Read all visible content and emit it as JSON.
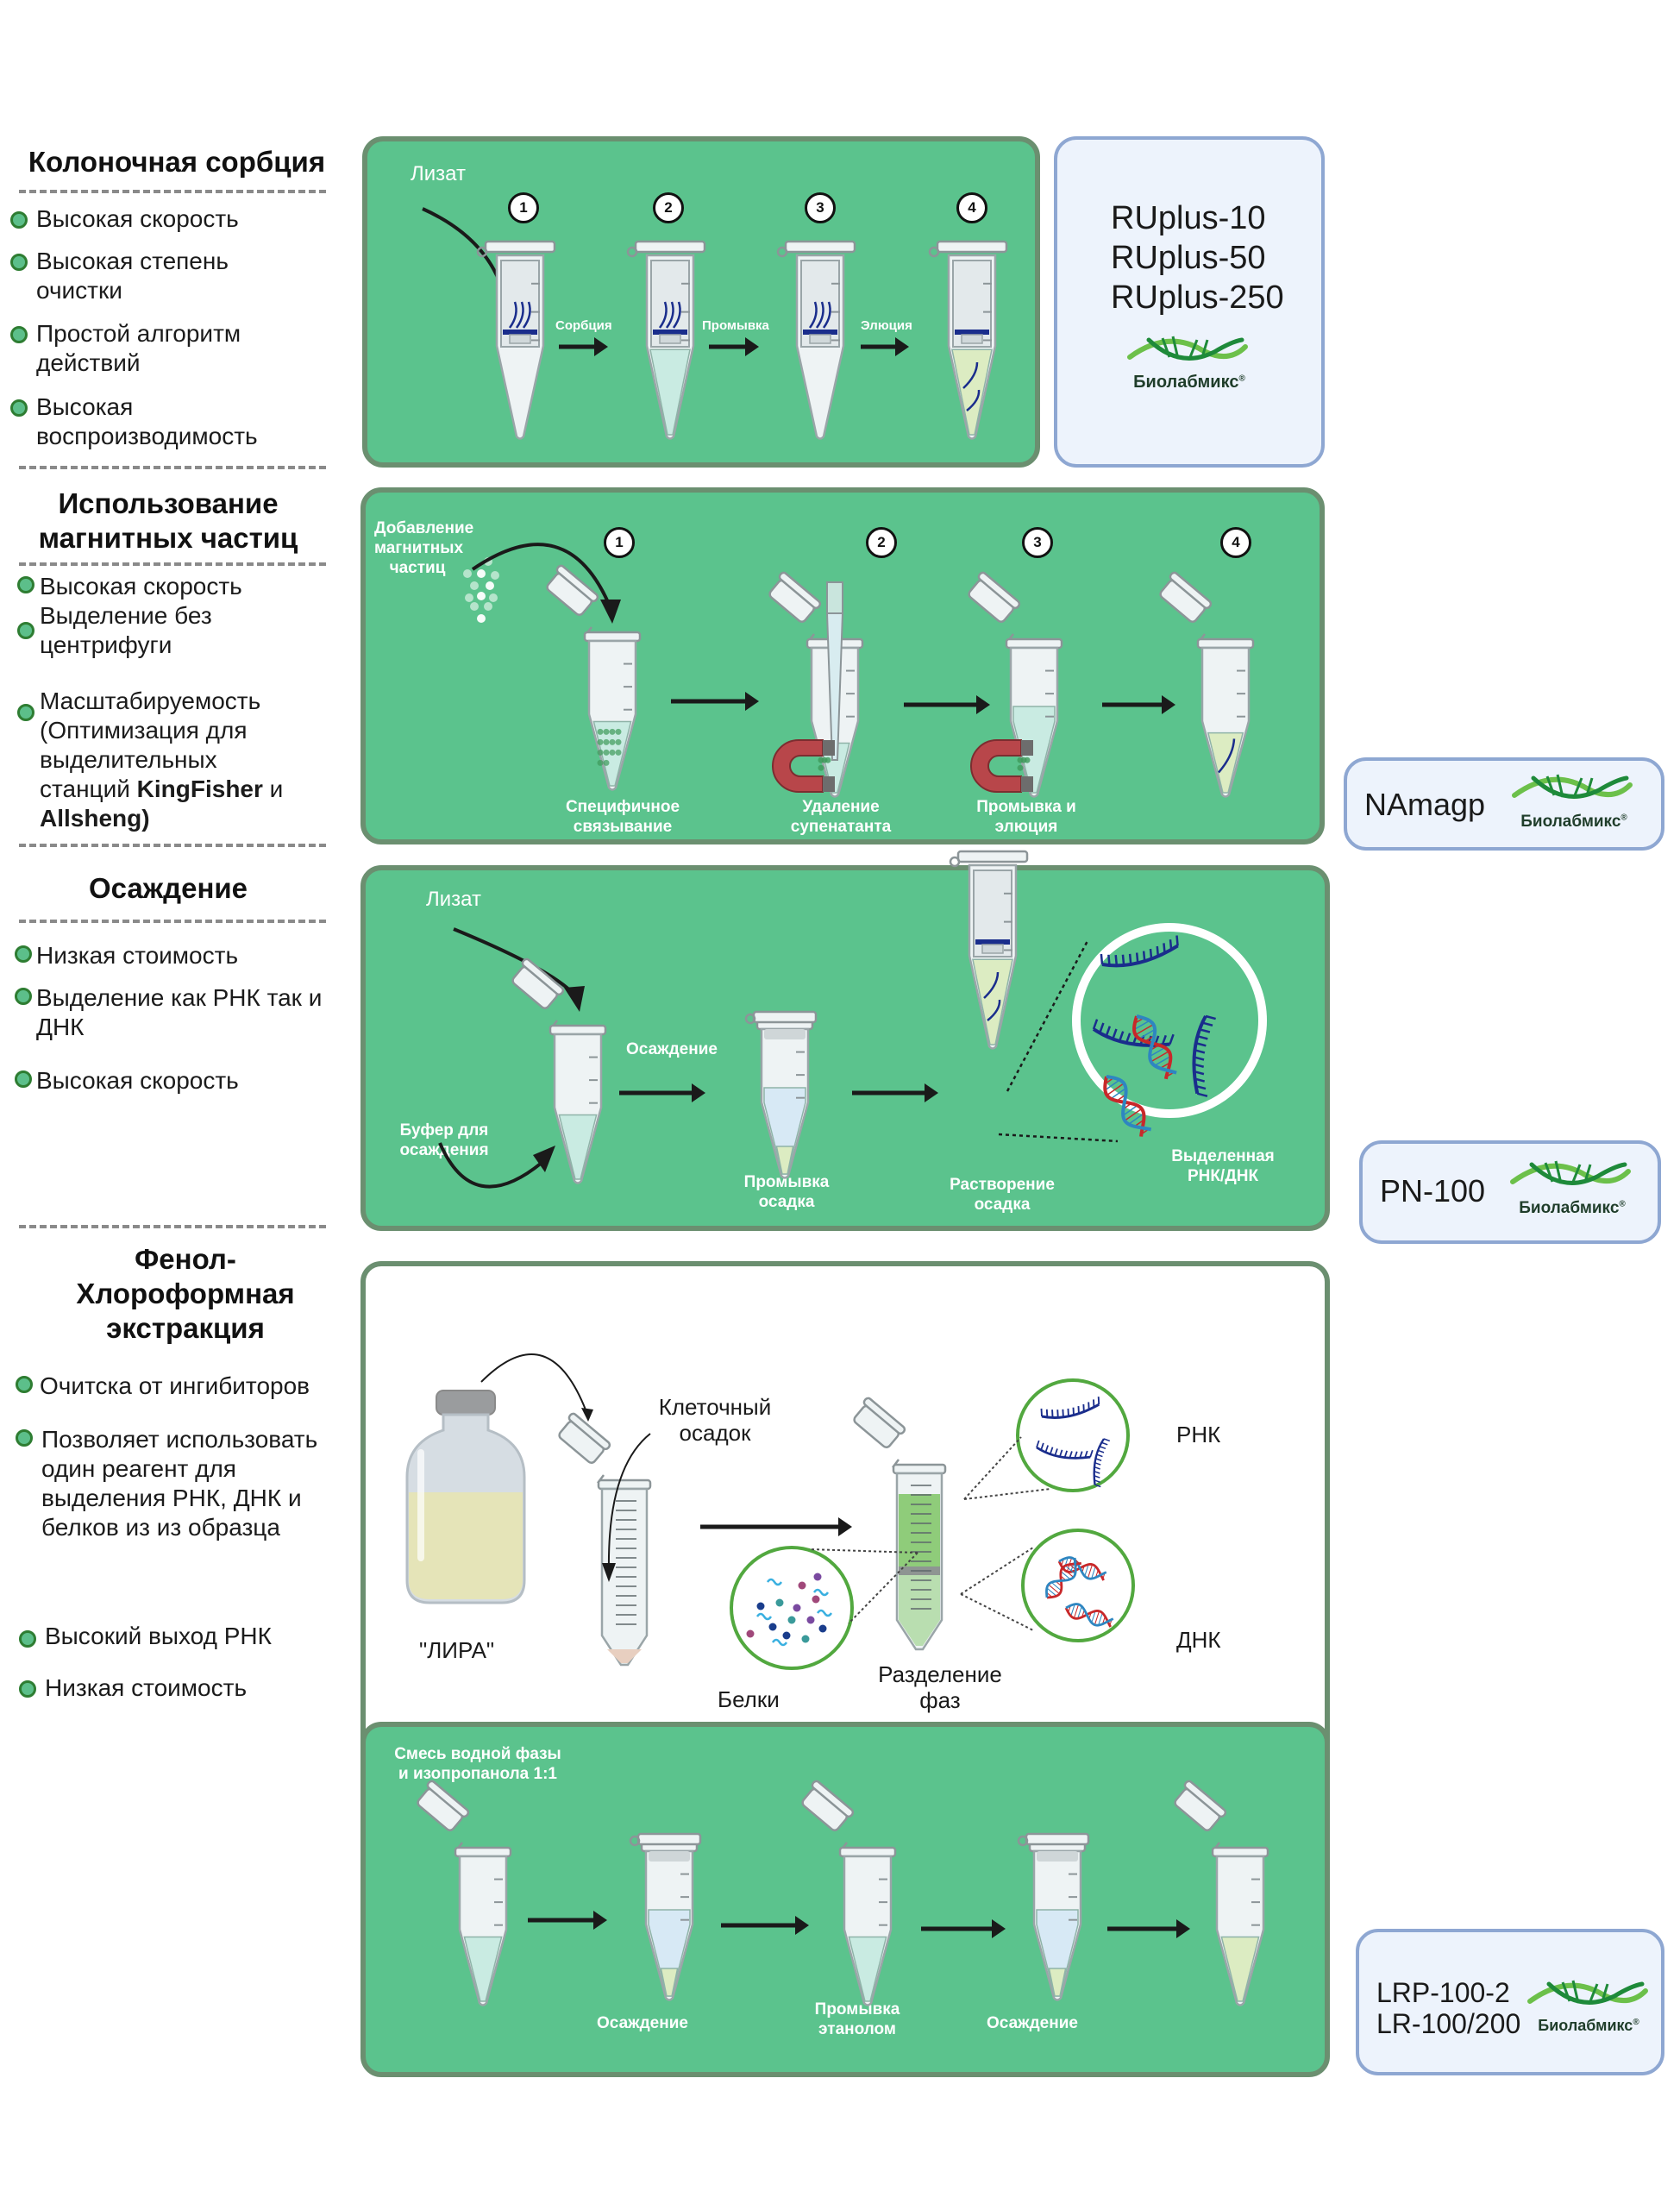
{
  "sections": [
    {
      "title": "Колоночная сорбция",
      "bullets": [
        "Высокая скорость",
        "Высокая степень очистки",
        "Простой алгоритм действий",
        "Высокая воспроизводимость"
      ],
      "panel": {
        "input_label": "Лизат",
        "steps": [
          "1",
          "2",
          "3",
          "4"
        ],
        "arrow_labels": [
          "Сорбция",
          "Промывка",
          "Элюция"
        ]
      },
      "products": [
        "RUplus-10",
        "RUplus-50",
        "RUplus-250"
      ],
      "brand": "Биолабмикс"
    },
    {
      "title": "Использование магнитных частиц",
      "bullets": [
        "Высокая скорость",
        "Выделение без центрифуги",
        "Масштабируемость (Оптимизация  для выделительных станций",
        "KingFisher",
        "и",
        "Allsheng)"
      ],
      "panel": {
        "input_label": "Добавление магнитных частиц",
        "steps": [
          "1",
          "2",
          "3",
          "4"
        ],
        "step_labels": [
          "Специфичное связывание",
          "Удаление супенатанта",
          "Промывка и элюция"
        ]
      },
      "products": [
        "NAmagp"
      ],
      "brand": "Биолабмикс"
    },
    {
      "title": "Осаждение",
      "bullets": [
        "Низкая стоимость",
        "Выделение как РНК так и ДНК",
        "Высокая скорость"
      ],
      "panel": {
        "input_label": "Лизат",
        "buffer_label": "Буфер для осаждения",
        "arrow_label": "Осаждение",
        "step_labels": [
          "Промывка осадка",
          "Растворение осадка",
          "Выделенная РНК/ДНК"
        ]
      },
      "products": [
        "PN-100"
      ],
      "brand": "Биолабмикс"
    },
    {
      "title": "Фенол-Хлороформная экстракция",
      "bullets": [
        "Очитска от ингибиторов",
        "Позволяет использовать один реагент для выделения РНК, ДНК и белков из из образца",
        "Высокий выход РНК",
        "Низкая стоимость"
      ],
      "panel": {
        "reagent_label": "\"ЛИРА\"",
        "pellet_label": "Клеточный осадок",
        "proteins_label": "Белки",
        "phase_label": "Разделение фаз",
        "rna_label": "РНК",
        "dna_label": "ДНК"
      },
      "subpanel": {
        "title": "Смесь водной фазы и изопропанола 1:1",
        "step_labels": [
          "Осаждение",
          "Промывка этанолом",
          "Осаждение"
        ]
      },
      "products": [
        "LRP-100-2",
        "LR-100/200"
      ],
      "brand": "Биолабмикс"
    }
  ],
  "colors": {
    "panel_green": "#5bc38d",
    "panel_border": "#6b8f70",
    "product_bg": "#edf3fc",
    "product_border": "#8ea7d2",
    "bullet_fill": "#5cbf8a",
    "bullet_border": "#2e7d32",
    "liquid_teal": "#c9ebe2",
    "liquid_blue": "#d7e9f5",
    "liquid_yellowgreen": "#dcecc2",
    "nucleic_blue": "#1a2d8c",
    "dna_red": "#c8282a",
    "logo_green_dark": "#1e8a3a",
    "logo_green_light": "#6cc04a"
  }
}
